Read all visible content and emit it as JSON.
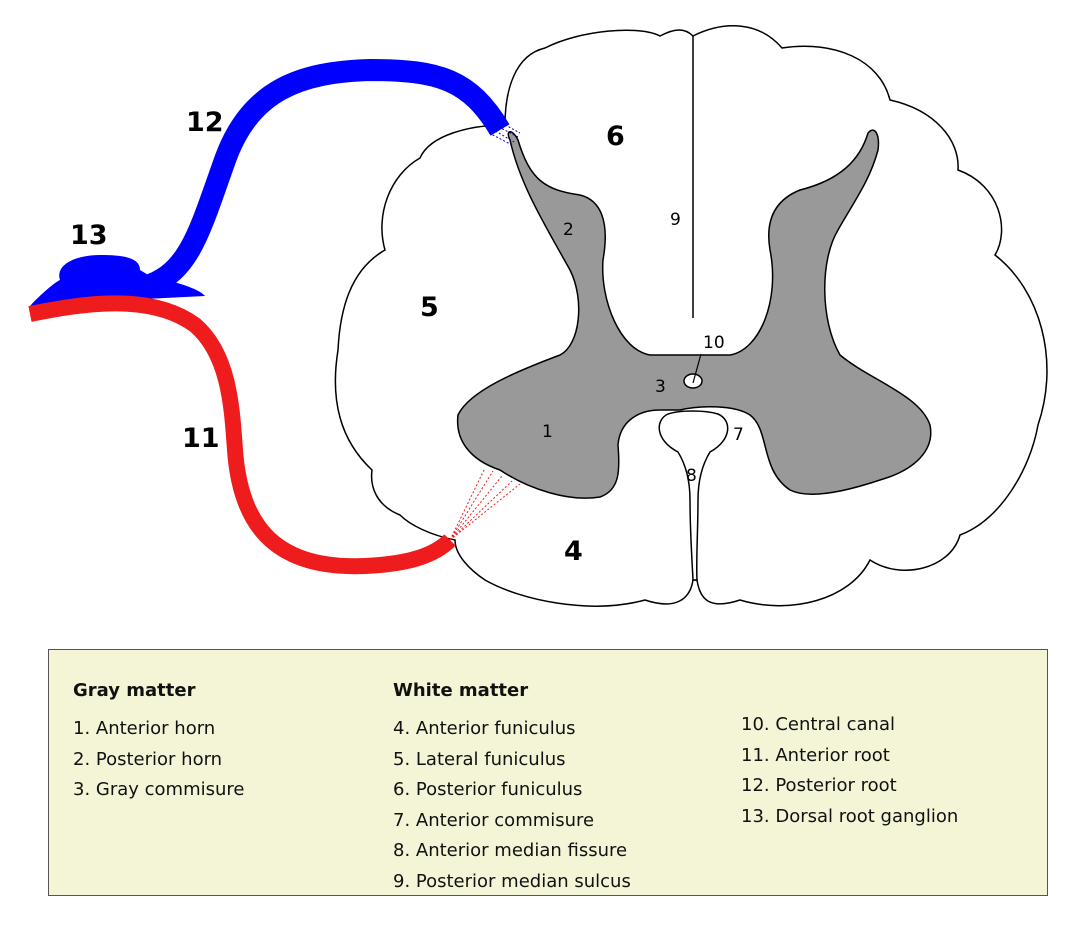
{
  "diagram": {
    "labels": {
      "l1": "1",
      "l2": "2",
      "l3": "3",
      "l4": "4",
      "l5": "5",
      "l6": "6",
      "l7": "7",
      "l8": "8",
      "l9": "9",
      "l10": "10",
      "l11": "11",
      "l12": "12",
      "l13": "13"
    },
    "colors": {
      "gray_matter": "#999999",
      "white_matter": "#ffffff",
      "outline": "#000000",
      "posterior_root": "#0000ff",
      "anterior_root": "#ee1c1c",
      "legend_background": "#f4f4d7"
    }
  },
  "legend": {
    "gray_matter": {
      "heading": "Gray matter",
      "items": [
        "1. Anterior horn",
        "2. Posterior horn",
        "3. Gray commisure"
      ]
    },
    "white_matter": {
      "heading": "White matter",
      "items": [
        "4. Anterior funiculus",
        "5. Lateral funiculus",
        "6. Posterior funiculus",
        "7. Anterior commisure",
        "8. Anterior median fissure",
        "9. Posterior median sulcus"
      ]
    },
    "other": {
      "items": [
        "10. Central canal",
        "11. Anterior root",
        "12. Posterior root",
        "13. Dorsal root ganglion"
      ]
    }
  }
}
